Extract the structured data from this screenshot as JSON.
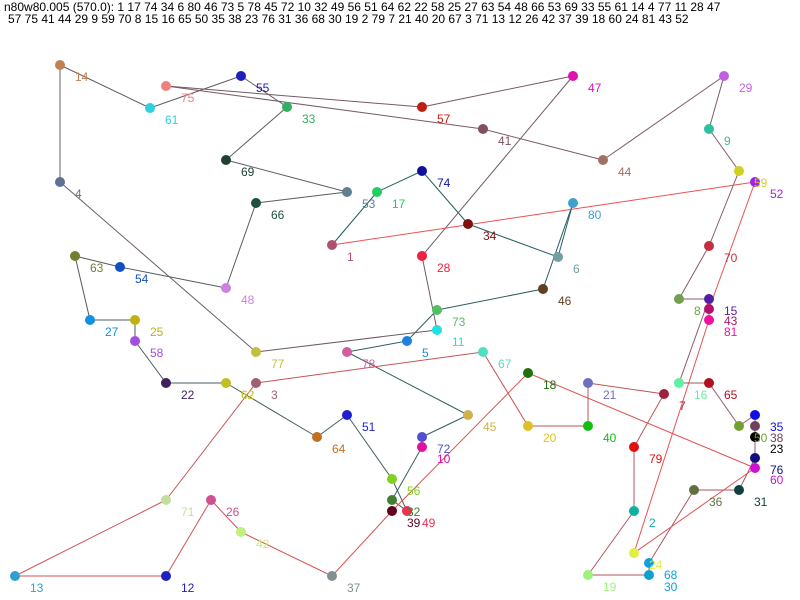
{
  "header": {
    "line1": "n80w80.005 (570.0): 1 17 74 34 6 80 46 73 5 78 45 72 10 32 49 56 51 64 62 22 58 25 27 63 54 48 66 53 69 33 55 61 14 4 77 11 28 47",
    "line2": "57 75 41 44 29 9 59 70 8 15 16 65 50 35 38 23 76 31 36 68 30 19 2 79 7 21 40 20 67 3 71 13 12 26 42 37 39 18 60 24 81 43 52"
  },
  "tour": [
    1,
    17,
    74,
    34,
    6,
    80,
    46,
    73,
    5,
    78,
    45,
    72,
    10,
    32,
    49,
    56,
    51,
    64,
    62,
    22,
    58,
    25,
    27,
    63,
    54,
    48,
    66,
    53,
    69,
    33,
    55,
    61,
    14,
    4,
    77,
    11,
    28,
    47,
    57,
    75,
    41,
    44,
    29,
    9,
    59,
    70,
    8,
    15,
    16,
    65,
    50,
    35,
    38,
    23,
    76,
    31,
    36,
    68,
    30,
    19,
    2,
    79,
    7,
    21,
    40,
    20,
    67,
    3,
    71,
    13,
    12,
    26,
    42,
    37,
    39,
    18,
    60,
    24,
    81,
    43,
    52
  ],
  "edge_colors": {
    "start": "#1f5f5f",
    "mid": "#7a5a66",
    "end": "#f05050"
  },
  "nodes": [
    {
      "label": "1",
      "color": "#b05070"
    },
    {
      "label": "17",
      "color": "#20d060"
    },
    {
      "label": "74",
      "color": "#1010a0"
    },
    {
      "label": "34",
      "color": "#801010"
    },
    {
      "label": "6",
      "color": "#70a0a0"
    },
    {
      "label": "80",
      "color": "#40a0d0"
    },
    {
      "label": "46",
      "color": "#604020"
    },
    {
      "label": "73",
      "color": "#50c060"
    },
    {
      "label": "5",
      "color": "#2080e0"
    },
    {
      "label": "78",
      "color": "#d060a0"
    },
    {
      "label": "45",
      "color": "#d0b050"
    },
    {
      "label": "72",
      "color": "#5050d0"
    },
    {
      "label": "10",
      "color": "#e010a0"
    },
    {
      "label": "32",
      "color": "#408030"
    },
    {
      "label": "49",
      "color": "#f03050"
    },
    {
      "label": "56",
      "color": "#80d020"
    },
    {
      "label": "51",
      "color": "#2020d0"
    },
    {
      "label": "64",
      "color": "#c07020"
    },
    {
      "label": "62",
      "color": "#c0c020"
    },
    {
      "label": "22",
      "color": "#402060"
    },
    {
      "label": "58",
      "color": "#a050e0"
    },
    {
      "label": "25",
      "color": "#c0b010"
    },
    {
      "label": "27",
      "color": "#1090e0"
    },
    {
      "label": "63",
      "color": "#708030"
    },
    {
      "label": "54",
      "color": "#1050c0"
    },
    {
      "label": "48",
      "color": "#d080e0"
    },
    {
      "label": "66",
      "color": "#205040"
    },
    {
      "label": "53",
      "color": "#608090"
    },
    {
      "label": "69",
      "color": "#204030"
    },
    {
      "label": "33",
      "color": "#30b060"
    },
    {
      "label": "55",
      "color": "#2020c0"
    },
    {
      "label": "61",
      "color": "#30d0e0"
    },
    {
      "label": "14",
      "color": "#c08050"
    },
    {
      "label": "4",
      "color": "#607090"
    },
    {
      "label": "77",
      "color": "#c0c040"
    },
    {
      "label": "11",
      "color": "#20e0e0"
    },
    {
      "label": "28",
      "color": "#f02040"
    },
    {
      "label": "47",
      "color": "#e010b0"
    },
    {
      "label": "57",
      "color": "#c02010"
    },
    {
      "label": "75",
      "color": "#f08080"
    },
    {
      "label": "41",
      "color": "#805060"
    },
    {
      "label": "44",
      "color": "#a07060"
    },
    {
      "label": "29",
      "color": "#c060e0"
    },
    {
      "label": "9",
      "color": "#30c0a0"
    },
    {
      "label": "59",
      "color": "#d0d020"
    },
    {
      "label": "70",
      "color": "#c03040"
    },
    {
      "label": "8",
      "color": "#70a050"
    },
    {
      "label": "15",
      "color": "#5020a0"
    },
    {
      "label": "16",
      "color": "#60f0a0"
    },
    {
      "label": "65",
      "color": "#b01020"
    },
    {
      "label": "50",
      "color": "#70a030"
    },
    {
      "label": "35",
      "color": "#1010e0"
    },
    {
      "label": "38",
      "color": "#704060"
    },
    {
      "label": "23",
      "color": "#000000"
    },
    {
      "label": "76",
      "color": "#101080"
    },
    {
      "label": "31",
      "color": "#104040"
    },
    {
      "label": "36",
      "color": "#607040"
    },
    {
      "label": "68",
      "color": "#10a0e0"
    },
    {
      "label": "30",
      "color": "#10a0d0"
    },
    {
      "label": "19",
      "color": "#a0f080"
    },
    {
      "label": "2",
      "color": "#10b0a0"
    },
    {
      "label": "79",
      "color": "#e01010"
    },
    {
      "label": "7",
      "color": "#a02040"
    },
    {
      "label": "21",
      "color": "#7070c0"
    },
    {
      "label": "40",
      "color": "#10c010"
    },
    {
      "label": "20",
      "color": "#e0c020"
    },
    {
      "label": "67",
      "color": "#50e0c0"
    },
    {
      "label": "3",
      "color": "#a06070"
    },
    {
      "label": "71",
      "color": "#c0e0a0"
    },
    {
      "label": "13",
      "color": "#30a0d0"
    },
    {
      "label": "12",
      "color": "#2020c0"
    },
    {
      "label": "26",
      "color": "#d05090"
    },
    {
      "label": "42",
      "color": "#c0f080"
    },
    {
      "label": "37",
      "color": "#809090"
    },
    {
      "label": "39",
      "color": "#600020"
    },
    {
      "label": "18",
      "color": "#207010"
    },
    {
      "label": "60",
      "color": "#d010d0"
    },
    {
      "label": "24",
      "color": "#e0f040"
    },
    {
      "label": "81",
      "color": "#f010a0"
    },
    {
      "label": "43",
      "color": "#b01070"
    },
    {
      "label": "52",
      "color": "#a020f0"
    }
  ]
}
